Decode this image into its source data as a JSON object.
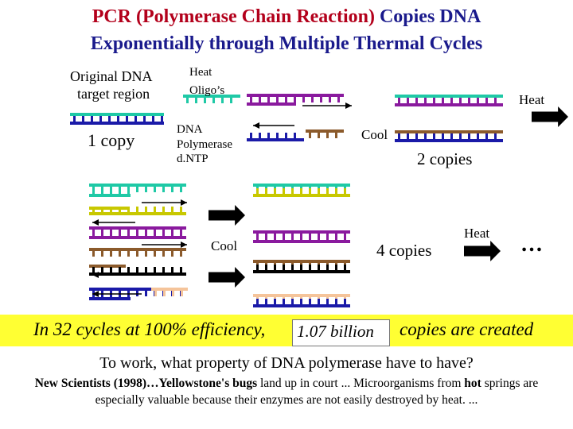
{
  "title": {
    "line1_red": "PCR (Polymerase Chain Reaction)",
    "line1_blue": "Copies DNA",
    "line2": "Exponentially through Multiple Thermal Cycles"
  },
  "labels": {
    "original_line1": "Original DNA",
    "original_line2": "target region",
    "one_copy": "1 copy",
    "heat_oligo_line1": "Heat",
    "heat_oligo_line2": "Oligo’s",
    "heat_right": "Heat",
    "dna_pol_line1": "DNA",
    "dna_pol_line2": "Polymerase",
    "dna_pol_line3": "d.NTP",
    "cool_1": "Cool",
    "two_copies": "2 copies",
    "cool_2": "Cool",
    "four_copies": "4 copies",
    "heat_lower": "Heat",
    "ellipsis": "…"
  },
  "banner": {
    "prefix": "In 32 cycles at 100% efficiency,",
    "highlight": "1.07 billion",
    "suffix": "copies are created"
  },
  "question": "To work, what property of DNA polymerase have to have?",
  "note": {
    "source": "New Scientists (1998)…Yellowstone's bugs",
    "part1": " land up in court ... Microorganisms from ",
    "hot": "hot",
    "part2": " springs are especially valuable because their enzymes are not easily destroyed by heat. ..."
  },
  "colors": {
    "title_red": "#b3001b",
    "title_blue": "#1a1a8c",
    "strand_teal": "#1fc9a6",
    "strand_blue": "#1a1aa8",
    "strand_purple": "#8a1a9e",
    "strand_brown": "#8b5a2b",
    "strand_olive": "#c8c800",
    "strand_peach": "#f5c49a",
    "strand_black": "#000000",
    "banner": "#ffff33"
  }
}
